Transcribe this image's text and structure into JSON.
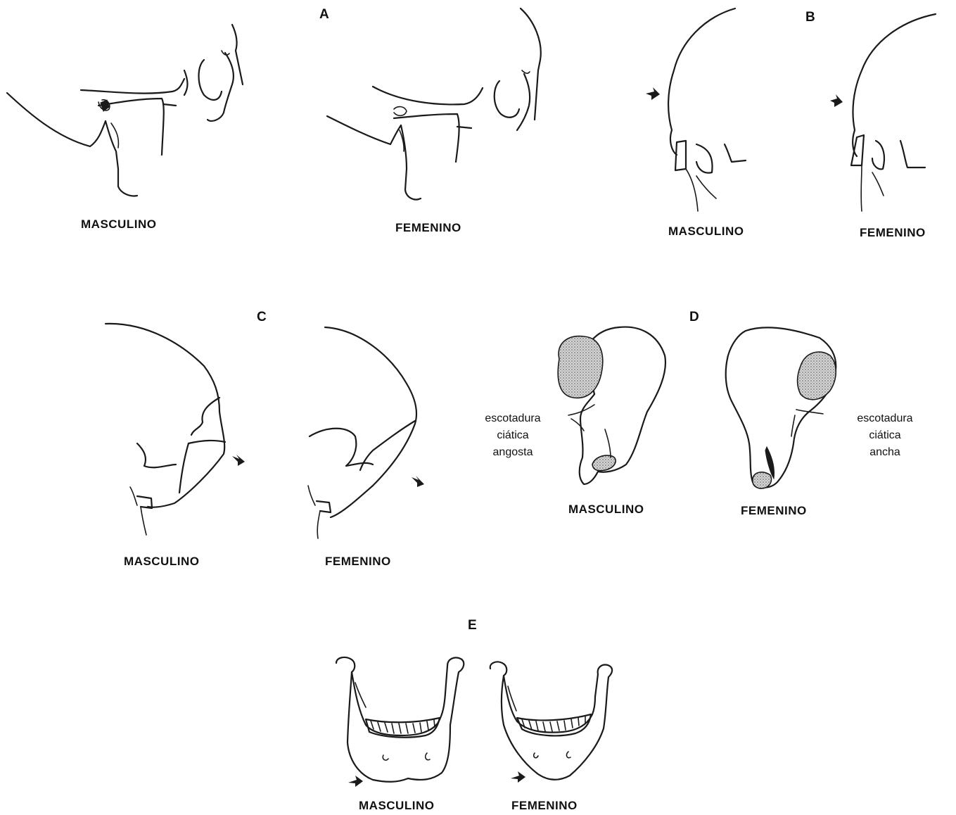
{
  "panels": {
    "a": {
      "letter": "A",
      "left_label": "MASCULINO",
      "right_label": "FEMENINO"
    },
    "b": {
      "letter": "B",
      "left_label": "MASCULINO",
      "right_label": "FEMENINO"
    },
    "c": {
      "letter": "C",
      "left_label": "MASCULINO",
      "right_label": "FEMENINO"
    },
    "d": {
      "letter": "D",
      "left_label": "MASCULINO",
      "right_label": "FEMENINO",
      "left_note": [
        "escotadura",
        "ciática",
        "angosta"
      ],
      "right_note": [
        "escotadura",
        "ciática",
        "ancha"
      ]
    },
    "e": {
      "letter": "E",
      "left_label": "MASCULINO",
      "right_label": "FEMENINO"
    }
  },
  "colors": {
    "ink": "#1a1a1a",
    "stipple": "#bdbdbd",
    "background": "#ffffff"
  }
}
